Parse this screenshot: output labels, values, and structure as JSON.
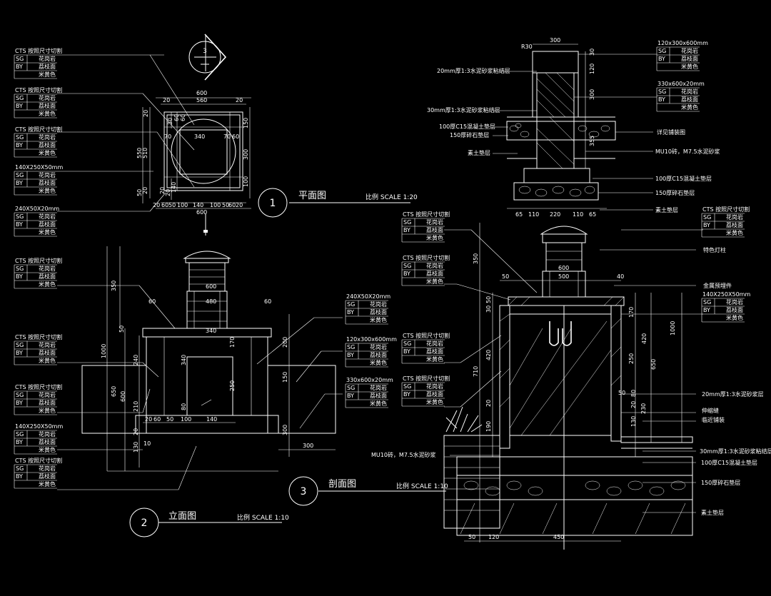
{
  "views": {
    "plan": {
      "number": "1",
      "title": "平面图",
      "scale": "比例 SCALE 1:20",
      "section_mark": "3"
    },
    "elevation": {
      "number": "2",
      "title": "立面图",
      "scale": "比例 SCALE 1:10"
    },
    "section": {
      "number": "3",
      "title": "剖面图",
      "scale": "比例 SCALE 1:10"
    }
  },
  "material_tags": [
    {
      "head": "CTS 按照尺寸切割",
      "r1": "花岗岩",
      "r2": "荔枝面",
      "r3": "米黄色"
    },
    {
      "head": "CTS 按照尺寸切割",
      "r1": "花岗岩",
      "r2": "荔枝面",
      "r3": "米黄色"
    },
    {
      "head": "CTS 按照尺寸切割",
      "r1": "花岗岩",
      "r2": "荔枝面",
      "r3": "米黄色"
    },
    {
      "head": "140X250X50mm",
      "r1": "花岗岩",
      "r2": "荔枝面",
      "r3": "米黄色"
    },
    {
      "head": "240X50X20mm",
      "r1": "花岗岩",
      "r2": "荔枝面",
      "r3": "米黄色"
    },
    {
      "head": "CTS 按照尺寸切割",
      "r1": "花岗岩",
      "r2": "荔枝面",
      "r3": "米黄色"
    },
    {
      "head": "CTS 按照尺寸切割",
      "r1": "花岗岩",
      "r2": "荔枝面",
      "r3": "米黄色"
    },
    {
      "head": "CTS 按照尺寸切割",
      "r1": "花岗岩",
      "r2": "荔枝面",
      "r3": "米黄色"
    },
    {
      "head": "140X250X50mm",
      "r1": "花岗岩",
      "r2": "荔枝面",
      "r3": "米黄色"
    },
    {
      "head": "CTS 按照尺寸切割",
      "r1": "花岗岩",
      "r2": "荔枝面",
      "r3": "米黄色"
    },
    {
      "head": "240X50X20mm",
      "r1": "花岗岩",
      "r2": "荔枝面",
      "r3": "米黄色"
    },
    {
      "head": "120x300x600mm",
      "r1": "花岗岩",
      "r2": "荔枝面",
      "r3": "米黄色"
    },
    {
      "head": "330x600x20mm",
      "r1": "花岗岩",
      "r2": "荔枝面",
      "r3": "米黄色"
    },
    {
      "head": "CTS 按照尺寸切割",
      "r1": "花岗岩",
      "r2": "荔枝面",
      "r3": "米黄色"
    },
    {
      "head": "CTS 按照尺寸切割",
      "r1": "花岗岩",
      "r2": "荔枝面",
      "r3": "米黄色"
    },
    {
      "head": "CTS 按照尺寸切割",
      "r1": "花岗岩",
      "r2": "荔枝面",
      "r3": "米黄色"
    },
    {
      "head": "CTS 按照尺寸切割",
      "r1": "花岗岩",
      "r2": "荔枝面",
      "r3": "米黄色"
    },
    {
      "head": "120x300x600mm",
      "r1": "花岗岩",
      "r2": "荔枝面",
      "r3": "米黄色"
    },
    {
      "head": "330x600x20mm",
      "r1": "花岗岩",
      "r2": "荔枝面",
      "r3": "米黄色"
    },
    {
      "head": "CTS 按照尺寸切割",
      "r1": "花岗岩",
      "r2": "荔枝面",
      "r3": "米黄色"
    },
    {
      "head": "140X250X50mm",
      "r1": "花岗岩",
      "r2": "荔枝面",
      "r3": "米黄色"
    }
  ],
  "tag_codes": {
    "sg": "SG",
    "by": "BY"
  },
  "annotations": {
    "top_mortar": "20mm厚1:3水泥砂浆粘结层",
    "mortar_30": "30mm厚1:3水泥砂浆粘结层",
    "c15_top": "100厚C15混凝土垫层",
    "gravel_top": "150厚碎石垫层",
    "soil_top": "素土垫层",
    "paving_ref": "详见铺装图",
    "mu10_top": "MU10砖，M7.5水泥砂浆",
    "c15_mid": "100厚C15混凝土垫层",
    "gravel_mid": "150厚碎石垫层",
    "soil_mid": "素土垫层",
    "lamp": "特色灯柱",
    "embedded": "金属预埋件",
    "mortar_20": "20mm厚1:3水泥砂浆层",
    "expansion": "伸缩缝",
    "paving_near": "临近铺装",
    "mortar_30b": "30mm厚1:3水泥砂浆粘结层",
    "c15_bot": "100厚C15混凝土垫层",
    "gravel_bot": "150厚碎石垫层",
    "soil_bot": "素土垫层",
    "mu10_bot": "MU10砖，M7.5水泥砂浆"
  },
  "dims": {
    "plan": [
      "600",
      "20",
      "560",
      "20",
      "20",
      "30",
      "60",
      "150",
      "60",
      "70",
      "340",
      "70",
      "60",
      "550",
      "510",
      "300",
      "100",
      "50",
      "20",
      "20",
      "140",
      "20",
      "60",
      "50",
      "100",
      "140",
      "100",
      "50",
      "60",
      "20",
      "600",
      "20"
    ],
    "elev": [
      "350",
      "60",
      "600",
      "480",
      "60",
      "340",
      "1000",
      "50",
      "170",
      "200",
      "240",
      "340",
      "150",
      "650",
      "600",
      "250",
      "210",
      "80",
      "20",
      "60",
      "50",
      "100",
      "140",
      "300",
      "20",
      "10",
      "300",
      "130"
    ],
    "sec_top": [
      "R30",
      "300",
      "30",
      "120",
      "300",
      "355",
      "65",
      "110",
      "220",
      "110",
      "65"
    ],
    "sec_main": [
      "350",
      "600",
      "500",
      "50",
      "40",
      "30",
      "50",
      "170",
      "1000",
      "420",
      "420",
      "710",
      "650",
      "250",
      "50",
      "20",
      "80",
      "20",
      "230",
      "190",
      "130",
      "50",
      "120",
      "450"
    ]
  },
  "colors": {
    "bg": "#000000",
    "line": "#ffffff"
  }
}
